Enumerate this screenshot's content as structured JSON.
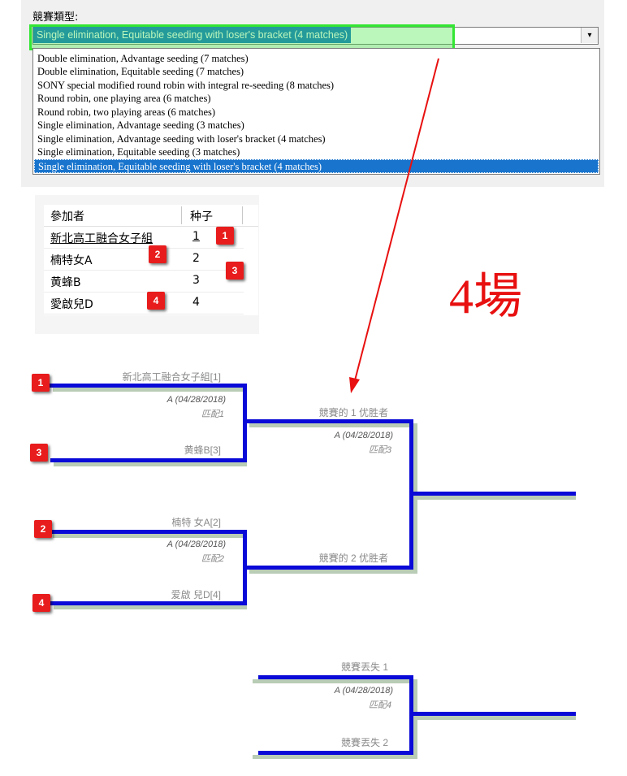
{
  "form": {
    "label": "競賽類型:",
    "selected": "Single elimination, Equitable seeding with loser's bracket (4 matches)",
    "dropdown_arrow": "▾",
    "options": [
      "Double elimination, Advantage seeding (7 matches)",
      "Double elimination, Equitable seeding (7 matches)",
      "SONY special modified round robin with integral re-seeding (8 matches)",
      "Round robin, one playing area (6 matches)",
      "Round robin, two playing areas (6 matches)",
      "Single elimination, Advantage seeding (3 matches)",
      "Single elimination, Advantage seeding with loser's bracket (4 matches)",
      "Single elimination, Equitable seeding (3 matches)",
      "Single elimination, Equitable seeding with loser's bracket (4 matches)"
    ]
  },
  "table": {
    "headers": [
      "參加者",
      "种子"
    ],
    "rows": [
      {
        "name": "新北高工融合女子組",
        "seed": "1"
      },
      {
        "name": "楠特女A",
        "seed": "2"
      },
      {
        "name": "黄蜂B",
        "seed": "3"
      },
      {
        "name": "愛啟兒D",
        "seed": "4"
      }
    ]
  },
  "badges": [
    "1",
    "2",
    "3",
    "4"
  ],
  "annotation": "4場",
  "bracket": {
    "main": {
      "m1": {
        "top": "新北高工融合女子組[1]",
        "bottom": "黄蜂B[3]",
        "info": "A (04/28/2018)",
        "match": "匹配1"
      },
      "m2": {
        "top": "楠特 女A[2]",
        "bottom": "爱啟 兒D[4]",
        "info": "A (04/28/2018)",
        "match": "匹配2"
      },
      "m3": {
        "top": "競賽的 1 优胜者",
        "bottom": "競賽的 2 优胜者",
        "info": "A (04/28/2018)",
        "match": "匹配3"
      }
    },
    "losers": {
      "m4": {
        "top": "競賽丟失 1",
        "bottom": "競賽丟失 2",
        "info": "A (04/28/2018)",
        "match": "匹配4"
      }
    }
  },
  "colors": {
    "bracket_line": "#0a0ad8",
    "bracket_shadow": "#b9ccb5",
    "selection": "#1874cd",
    "highlight": "#33e633",
    "marker": "#e81c1c",
    "arrow": "#e81010"
  }
}
